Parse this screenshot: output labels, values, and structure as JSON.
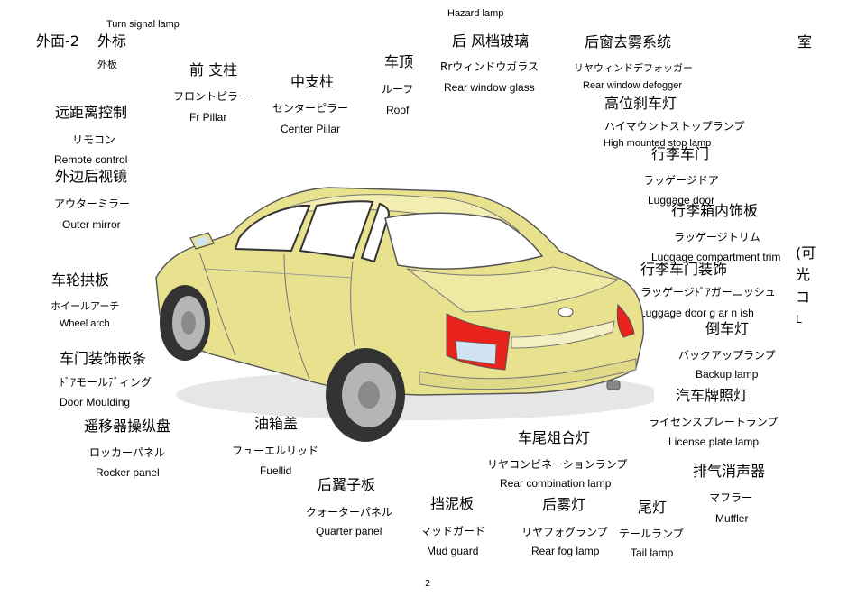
{
  "page_number": "2",
  "colors": {
    "car_body": "#E8E28F",
    "tail_light": "#E8221C",
    "glass": "#FFFFFF",
    "tire": "#333333"
  },
  "labels": {
    "turn_signal_en": "Turn signal lamp",
    "exterior2_cn": "外面-2",
    "outer_trim_cn": "外标",
    "outer_trim_jp": "外板",
    "hazard_en": "Hazard  lamp",
    "front_pillar_cn": "前 支柱",
    "front_pillar_jp": "フロントピラー",
    "front_pillar_en": "Fr   Pillar",
    "center_pillar_cn": "中支柱",
    "center_pillar_jp": "センターピラー",
    "center_pillar_en": "Center Pillar",
    "roof_cn": "车顶",
    "roof_jp": "ルーフ",
    "roof_en": "Roof",
    "rear_glass_cn": "后 风档玻璃",
    "rear_glass_jp": "Rrウィンドウガラス",
    "rear_glass_en": "Rear window glass",
    "defogger_cn": "后窗去雾系统",
    "defogger_jp": "リヤウィンドデフォッガー",
    "defogger_en": "Rear window defogger",
    "room_cn": "室",
    "remote_cn": "远距离控制",
    "remote_jp": "リモコン",
    "remote_en": "Remote control",
    "high_stop_cn": "高位刹车灯",
    "high_stop_jp": "ハイマウントストップランプ",
    "high_stop_en": "High mounted stop lamp",
    "mirror_cn": "外边后视镜",
    "mirror_jp": "アウターミラー",
    "mirror_en": "Outer mirror",
    "lug_door_cn": "行李车门",
    "lug_door_jp": "ラッゲージドア",
    "lug_door_en": "Luggage door",
    "lug_trim_cn": "行李箱内饰板",
    "lug_trim_jp": "ラッゲージトリム",
    "lug_trim_en": "Luggage compartment trim",
    "side_v1": "(可",
    "side_v2": "光",
    "side_v3": "コ",
    "side_v4": "L",
    "wheel_arch_cn": "车轮拱板",
    "wheel_arch_jp": "ホイールアーチ",
    "wheel_arch_en": "Wheel arch",
    "lug_garnish_cn": "行李车门装饰",
    "lug_garnish_jp": "ラッゲージﾄﾞｱガーニッシュ",
    "lug_garnish_en": "Luggage door g ar n ish",
    "backup_cn": "倒车灯",
    "backup_jp": "バックアップランプ",
    "backup_en": "Backup lamp",
    "door_mould_cn": "车门装饰嵌条",
    "door_mould_jp": "ﾄﾞｱモールﾃﾞィング",
    "door_mould_en": "Door    Moulding",
    "plate_cn": "汽车牌照灯",
    "plate_jp": "ライセンスプレートランプ",
    "plate_en": "License plate lamp",
    "rocker_cn": "遥移器操纵盘",
    "rocker_jp": "ロッカーパネル",
    "rocker_en": "Rocker panel",
    "fuel_cn": "油箱盖",
    "fuel_jp": "フューエルリッド",
    "fuel_en": "Fuellid",
    "combo_cn": "车尾俎合灯",
    "combo_jp": "リヤコンビネーションランプ",
    "combo_en": "Rear combination lamp",
    "muffler_cn": "排气消声器",
    "muffler_jp": "マフラー",
    "muffler_en": "Muffler",
    "quarter_cn": "后翼子板",
    "quarter_jp": "クォーターパネル",
    "quarter_en": "Quarter panel",
    "mud_cn": "挡泥板",
    "mud_jp": "マッドガード",
    "mud_en": "Mud guard",
    "fog_cn": "后雾灯",
    "fog_jp": "リヤフォグランプ",
    "fog_en": "Rear fog lamp",
    "tail_cn": "尾灯",
    "tail_jp": "テールランプ",
    "tail_en": "Tail lamp"
  }
}
